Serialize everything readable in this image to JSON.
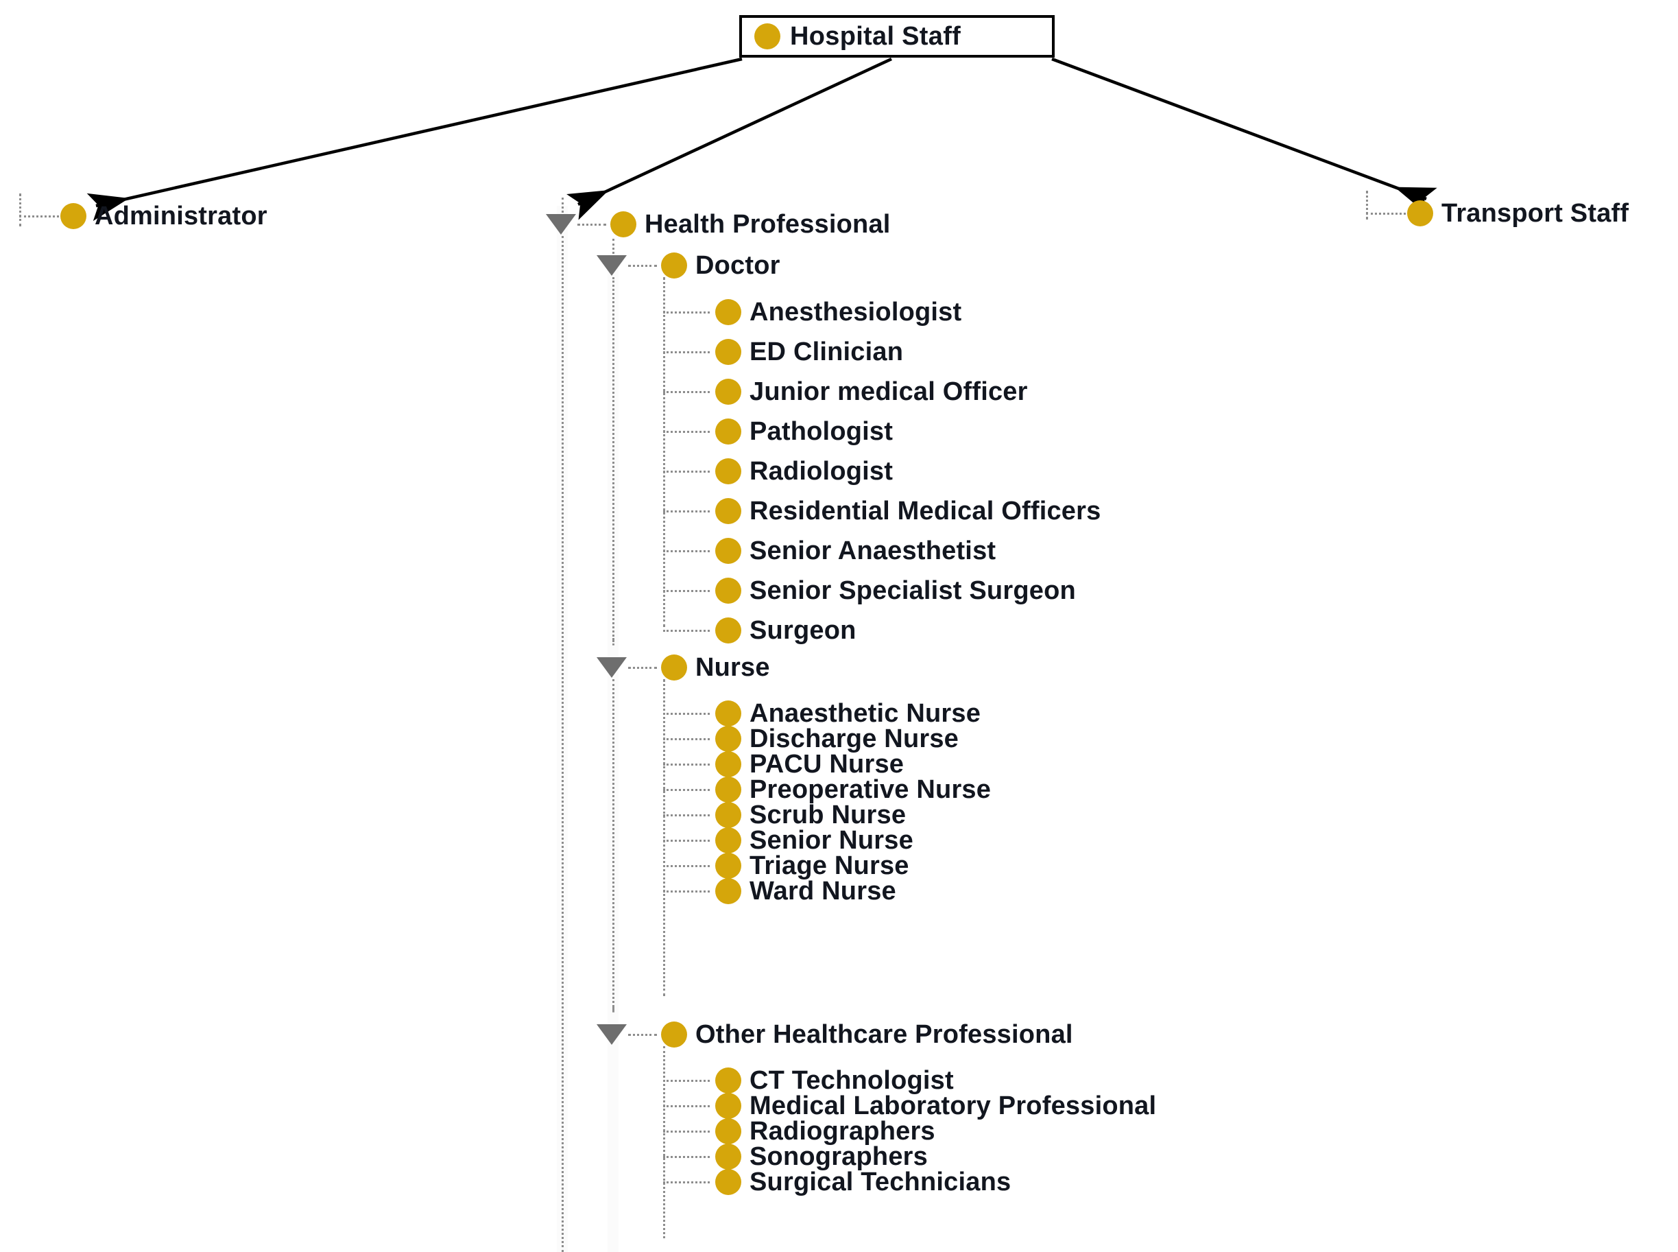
{
  "diagram": {
    "title": "Hospital Staff",
    "type": "tree-hierarchy",
    "node_color": "#d5a60b",
    "text_color": "#12161f",
    "connector_color": "#8d8d8d",
    "arrow_color": "#000000",
    "root": {
      "label": "Hospital Staff",
      "icon": "amber-circle-icon"
    },
    "branches": [
      {
        "label": "Administrator",
        "icon": "amber-circle-icon",
        "expandable": false
      },
      {
        "label": "Health Professional",
        "icon": "amber-circle-icon",
        "expandable": true,
        "toggle": "collapse-triangle-icon"
      },
      {
        "label": "Transport Staff",
        "icon": "amber-circle-icon",
        "expandable": false
      }
    ],
    "groups": [
      {
        "label": "Doctor",
        "icon": "amber-circle-icon",
        "toggle": "collapse-triangle-icon",
        "children": [
          "Anesthesiologist",
          "ED Clinician",
          "Junior medical Officer",
          "Pathologist",
          "Radiologist",
          "Residential Medical Officers",
          "Senior Anaesthetist",
          "Senior Specialist Surgeon",
          "Surgeon"
        ]
      },
      {
        "label": "Nurse",
        "icon": "amber-circle-icon",
        "toggle": "collapse-triangle-icon",
        "children": [
          "Anaesthetic Nurse",
          "Discharge Nurse",
          "PACU Nurse",
          "Preoperative Nurse",
          "Scrub Nurse",
          "Senior Nurse",
          "Triage Nurse",
          "Ward Nurse"
        ]
      },
      {
        "label": "Other Healthcare Professional",
        "icon": "amber-circle-icon",
        "toggle": "collapse-triangle-icon",
        "children": [
          "CT Technologist",
          "Medical Laboratory Professional",
          "Radiographers",
          "Sonographers",
          "Surgical Technicians"
        ]
      }
    ]
  }
}
